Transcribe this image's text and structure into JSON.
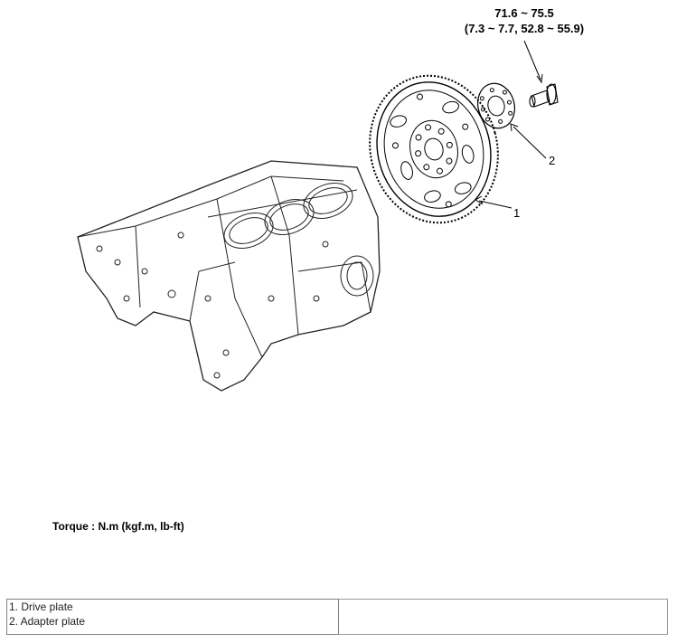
{
  "torque_spec": {
    "nm": "71.6 ~ 75.5",
    "kgfm_lbft": "(7.3 ~ 7.7, 52.8 ~ 55.9)"
  },
  "callouts": [
    {
      "number": "1",
      "part": "Drive plate"
    },
    {
      "number": "2",
      "part": "Adapter plate"
    }
  ],
  "torque_unit_note": "Torque : N.m (kgf.m, lb-ft)",
  "legend": {
    "items": [
      "1. Drive plate",
      "2. Adapter plate"
    ],
    "right_cell": ""
  },
  "illustration": {
    "subject": "Engine cylinder block (V6) with drive plate, adapter plate and bolt",
    "line_color": "#000000",
    "background": "#ffffff"
  }
}
